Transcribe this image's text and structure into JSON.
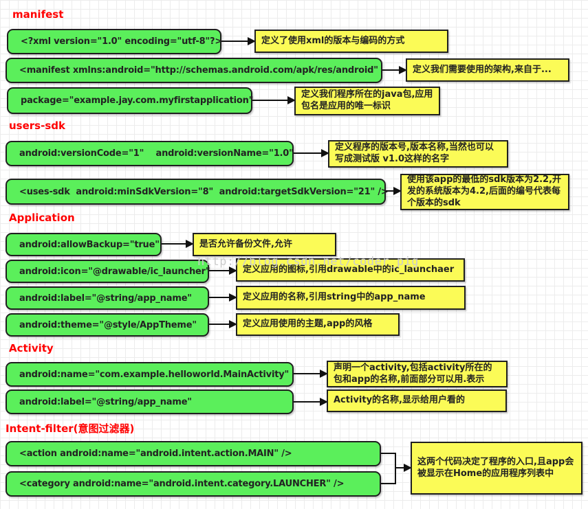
{
  "watermark": "http://blog.csdn.net/coder_pig",
  "colors": {
    "code_box_green": "#5bef5b",
    "note_box_yellow": "#fbfb57",
    "box_border": "#1f1f1f",
    "section_header_red": "#ff0000",
    "watermark_gray": "#cccccc",
    "grid_line": "#ececec"
  },
  "sections": [
    {
      "label": "manifest"
    },
    {
      "label": "users-sdk"
    },
    {
      "label": "Application"
    },
    {
      "label": "Activity"
    },
    {
      "label": "Intent-filter(意图过滤器)"
    }
  ],
  "rows": [
    {
      "code": "<?xml version=\"1.0\" encoding=\"utf-8\"?>",
      "note": "定义了使用xml的版本与编码的方式"
    },
    {
      "code": "<manifest xmlns:android=\"http://schemas.android.com/apk/res/android\"",
      "note": "定义我们需要使用的架构,来自于..."
    },
    {
      "code": "package=\"example.jay.com.myfirstapplication\"",
      "note": "定义我们程序所在的java包,应用包名是应用的唯一标识"
    },
    {
      "code": "android:versionCode=\"1\"    android:versionName=\"1.0\"",
      "note": "定义程序的版本号,版本名称,当然也可以写成测试版 v1.0这样的名字"
    },
    {
      "code": "<uses-sdk  android:minSdkVersion=\"8\"  android:targetSdkVersion=\"21\" />",
      "note": "使用该app的最低的sdk版本为2.2,开发的系统版本为4.2,后面的编号代表每个版本的sdk"
    },
    {
      "code": "android:allowBackup=\"true\"",
      "note": "是否允许备份文件,允许"
    },
    {
      "code": "android:icon=\"@drawable/ic_launcher\"",
      "note": "定义应用的图标,引用drawable中的ic_launchaer"
    },
    {
      "code": "android:label=\"@string/app_name\"",
      "note": "定义应用的名称,引用string中的app_name"
    },
    {
      "code": "android:theme=\"@style/AppTheme\"",
      "note": "定义应用使用的主题,app的风格"
    },
    {
      "code": "android:name=\"com.example.helloworld.MainActivity\"",
      "note": "声明一个activity,包括activity所在的包和app的名称,前面部分可以用.表示"
    },
    {
      "code": "android:label=\"@string/app_name\"",
      "note": "Activity的名称,显示给用户看的"
    },
    {
      "code": "<action android:name=\"android.intent.action.MAIN\" />"
    },
    {
      "code": "<category android:name=\"android.intent.category.LAUNCHER\" />"
    }
  ],
  "intent_filter_note": "这两个代码决定了程序的入口,且app会被显示在Home的应用程序列表中"
}
